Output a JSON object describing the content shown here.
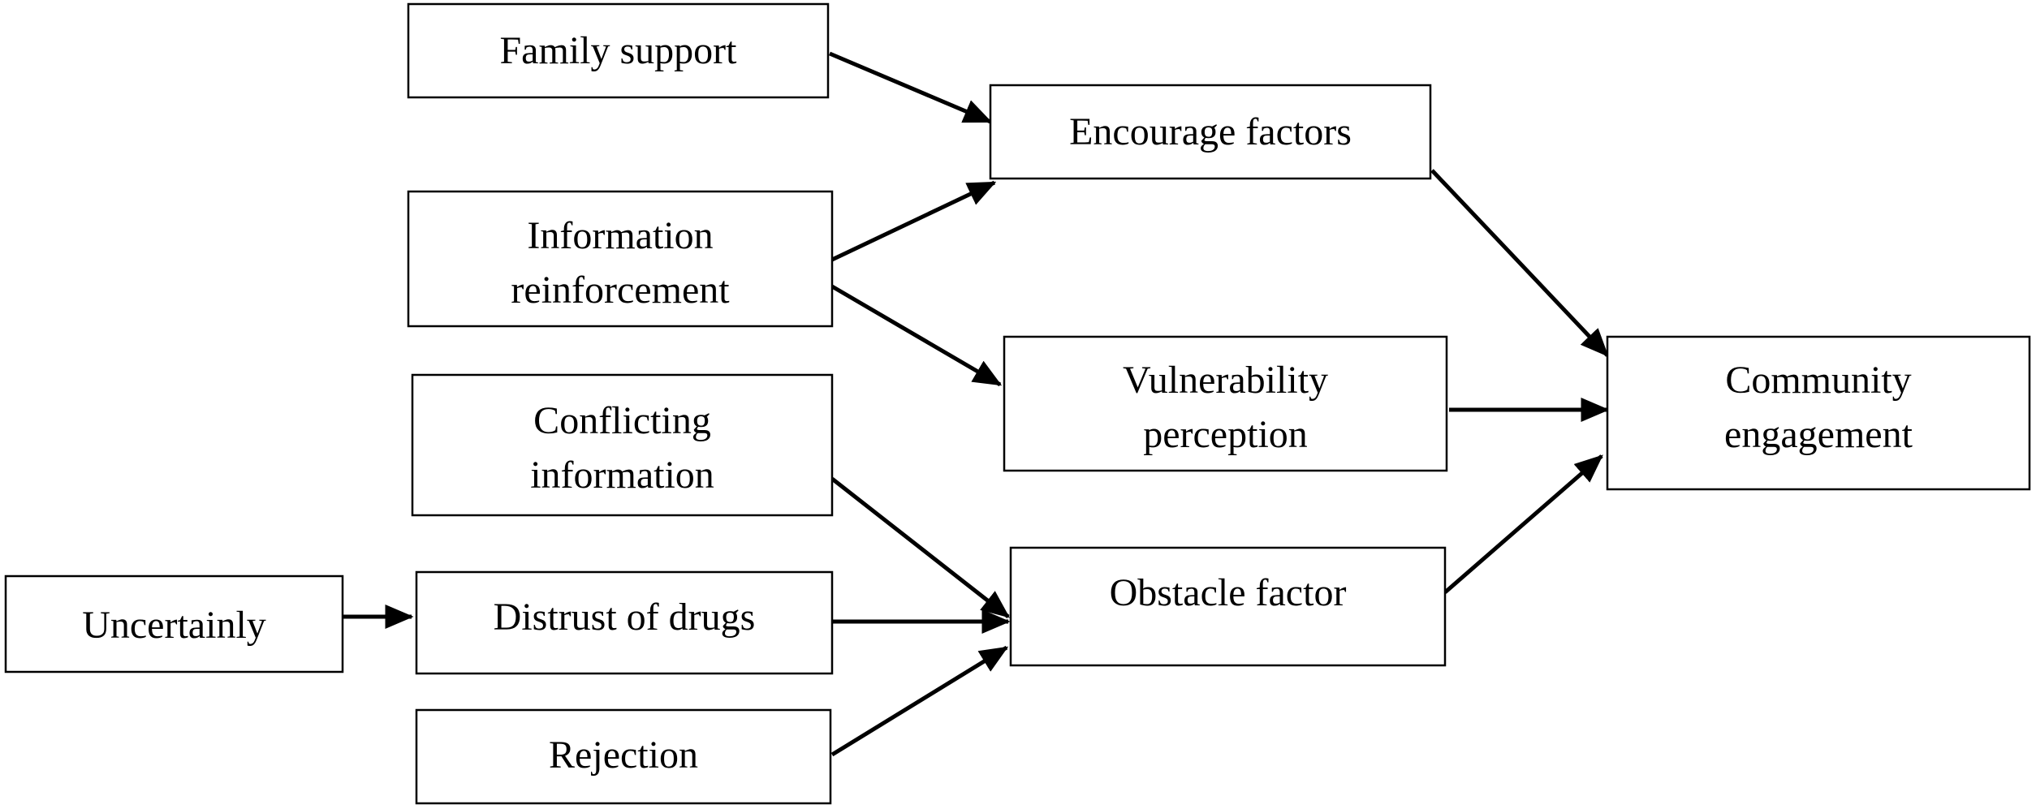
{
  "nodes": {
    "family_support": [
      "Family support"
    ],
    "information_reinforcement": [
      "Information",
      "reinforcement"
    ],
    "conflicting_information": [
      "Conflicting",
      "information"
    ],
    "uncertainly": [
      "Uncertainly"
    ],
    "distrust_of_drugs": [
      "Distrust of drugs"
    ],
    "rejection": [
      "Rejection"
    ],
    "encourage_factors": [
      "Encourage factors"
    ],
    "vulnerability_perception": [
      "Vulnerability",
      "perception"
    ],
    "obstacle_factor": [
      "Obstacle factor"
    ],
    "community_engagement": [
      "Community",
      "engagement"
    ]
  },
  "edges": [
    {
      "from": "family_support",
      "to": "encourage_factors"
    },
    {
      "from": "information_reinforcement",
      "to": "encourage_factors"
    },
    {
      "from": "information_reinforcement",
      "to": "vulnerability_perception"
    },
    {
      "from": "conflicting_information",
      "to": "obstacle_factor"
    },
    {
      "from": "uncertainly",
      "to": "distrust_of_drugs"
    },
    {
      "from": "distrust_of_drugs",
      "to": "obstacle_factor"
    },
    {
      "from": "rejection",
      "to": "obstacle_factor"
    },
    {
      "from": "encourage_factors",
      "to": "community_engagement"
    },
    {
      "from": "vulnerability_perception",
      "to": "community_engagement"
    },
    {
      "from": "obstacle_factor",
      "to": "community_engagement"
    }
  ]
}
